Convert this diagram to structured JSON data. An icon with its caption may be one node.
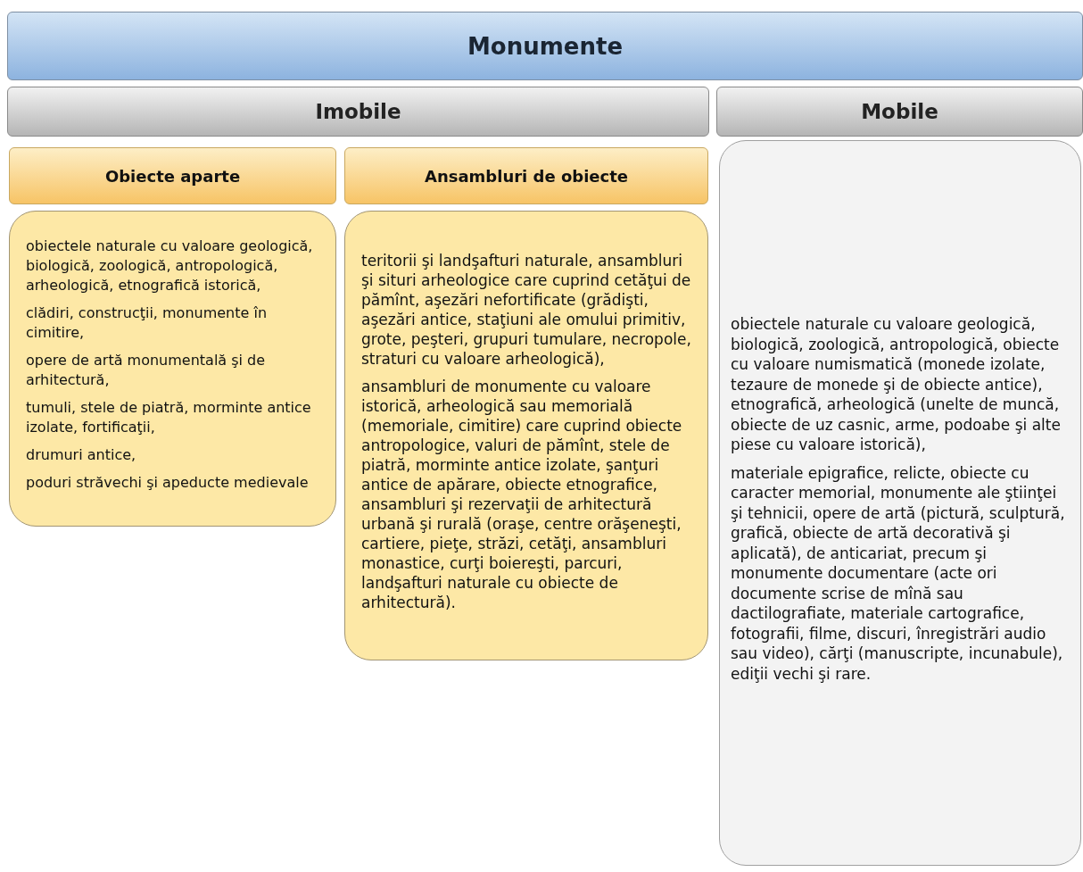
{
  "diagram": {
    "nodes": [
      {
        "text": [
          "Monumente"
        ]
      },
      {
        "text": [
          "Imobile"
        ]
      },
      {
        "text": [
          "Mobile"
        ]
      },
      {
        "text": [
          "Obiecte aparte"
        ]
      },
      {
        "text": [
          "Ansambluri de obiecte"
        ]
      },
      {
        "text": [
          "obiectele naturale cu valoare geologică, biologică, zoologică, antropologică, arheologică, etnografică istorică,",
          "clădiri, construcţii, monumente în cimitire,",
          "opere de artă monumentală şi de arhitectură,",
          "tumuli, stele de piatră, morminte antice izolate, fortificaţii,",
          "drumuri antice,",
          "poduri străvechi şi apeducte medievale"
        ]
      },
      {
        "text": [
          "teritorii şi landşafturi naturale, ansambluri şi situri arheologice care cuprind cetăţui de pămînt, aşezări nefortificate (grădişti, aşezări antice, staţiuni ale omului primitiv, grote, peşteri, grupuri tumulare, necropole, straturi cu valoare arheologică),",
          "ansambluri de monumente cu valoare istorică, arheologică sau memorială (memoriale, cimitire) care cuprind obiecte antropologice, valuri de pămînt, stele de piatră, morminte antice izolate, şanţuri antice de apărare, obiecte etnografice, ansambluri şi rezervaţii de arhitectură urbană şi rurală (oraşe, centre orăşeneşti, cartiere, pieţe, străzi, cetăţi, ansambluri monastice, curţi boiereşti, parcuri, landşafturi naturale cu obiecte de arhitectură)."
        ]
      },
      {
        "text": [
          "obiectele naturale cu valoare geologică, biologică, zoologică, antropologică, obiecte cu valoare numismatică (monede izolate, tezaure de monede şi de obiecte antice), etnografică, arheologică (unelte de muncă, obiecte de uz casnic, arme, podoabe şi alte piese cu valoare istorică),",
          "materiale epigrafice, relicte, obiecte cu caracter memorial, monumente ale ştiinţei şi tehnicii, opere de artă (pictură, sculptură, grafică, obiecte de artă decorativă şi aplicată), de anticariat, precum şi monumente documentare (acte ori documente scrise de mînă sau dactilografiate, materiale cartografice, fotografii, filme, discuri, înregistrări audio sau video), cărţi (manuscripte, incunabule), ediţii vechi şi rare."
        ]
      }
    ]
  }
}
